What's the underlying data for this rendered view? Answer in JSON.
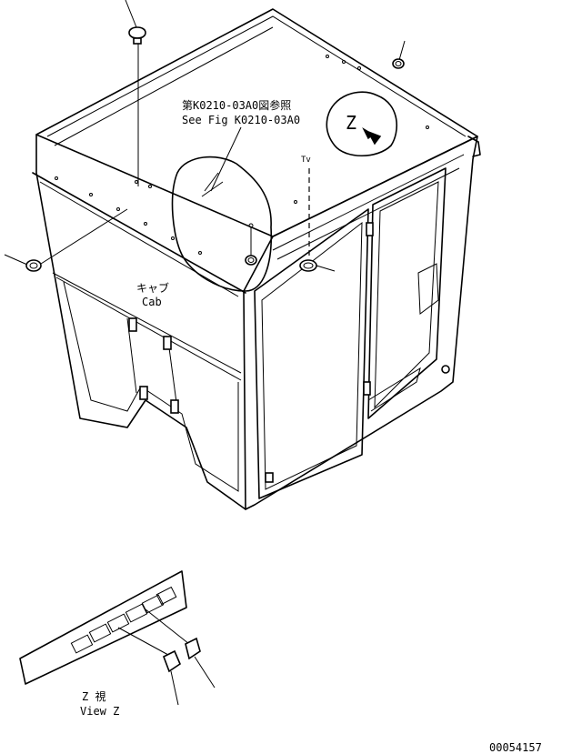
{
  "labels": {
    "ref_jp": "第K0210-03A0図参照",
    "ref_en": "See Fig K0210-03A0",
    "cab_jp": "キャブ",
    "cab_en": "Cab",
    "z_marker": "Z",
    "tv": "Tv",
    "view_jp": "Z 視",
    "view_en": "View Z",
    "drawing_no": "00054157"
  }
}
